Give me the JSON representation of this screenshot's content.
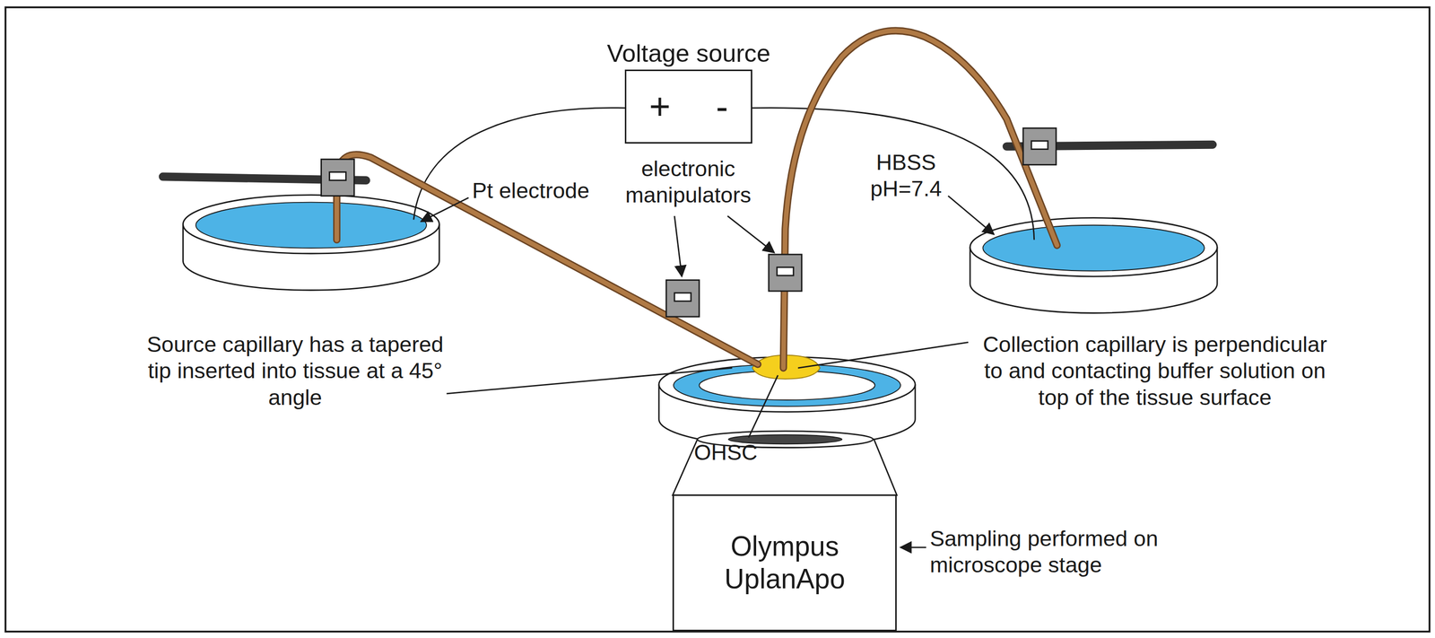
{
  "diagram": {
    "nodes": [
      {
        "text": [
          "Voltage source",
          "+",
          "-"
        ]
      },
      {
        "text": [
          "Olympus UplanApo"
        ]
      }
    ],
    "labels": [
      "Pt electrode",
      "electronic manipulators",
      "HBSS pH=7.4",
      "Source capillary has a tapered tip inserted into tissue at a 45° angle",
      "OHSC",
      "Collection capillary is perpendicular to and contacting buffer solution on top of the tissue surface",
      "Sampling performed on microscope stage"
    ]
  }
}
